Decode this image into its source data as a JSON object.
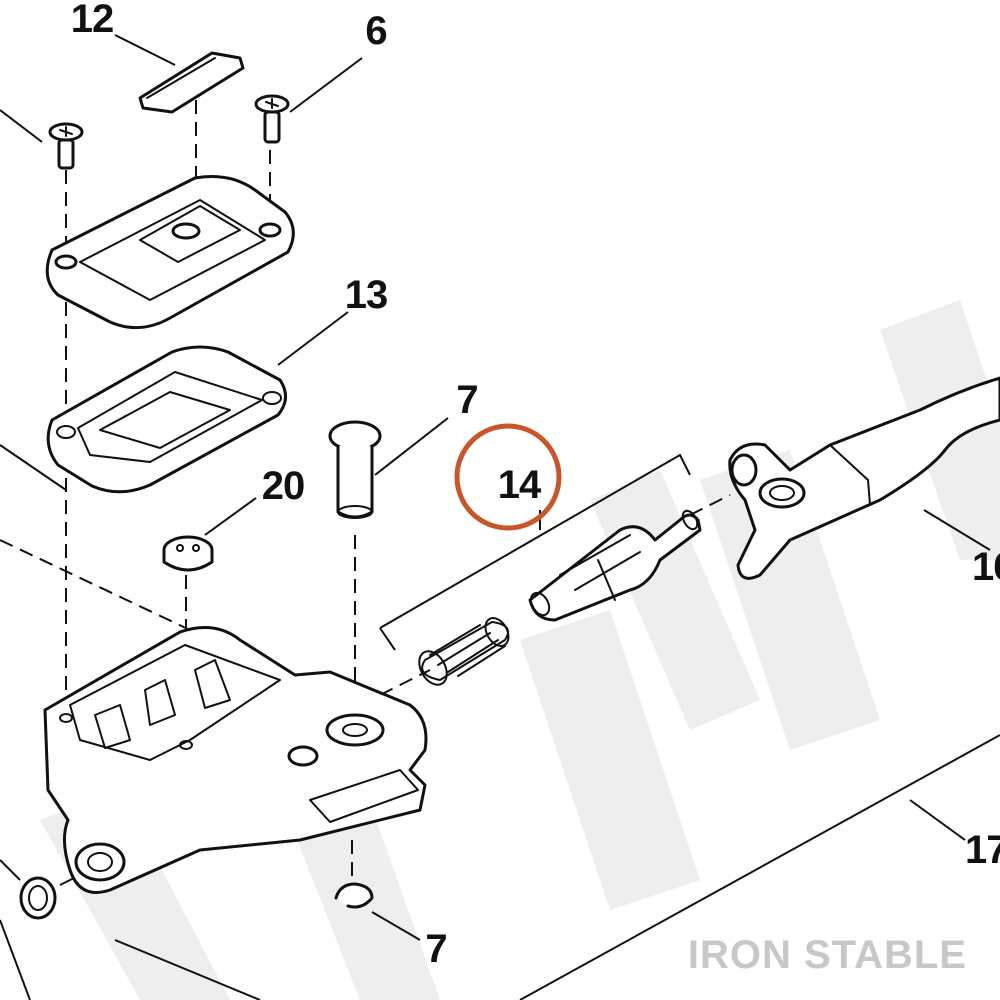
{
  "diagram": {
    "callouts": {
      "c12": "12",
      "c6": "6",
      "c13": "13",
      "c7_upper": "7",
      "c20": "20",
      "c14": "14",
      "c16": "16",
      "c17": "17",
      "c7_lower": "7"
    },
    "watermark_brand": "IRON STABLE",
    "highlight_color": "#c8562b"
  }
}
